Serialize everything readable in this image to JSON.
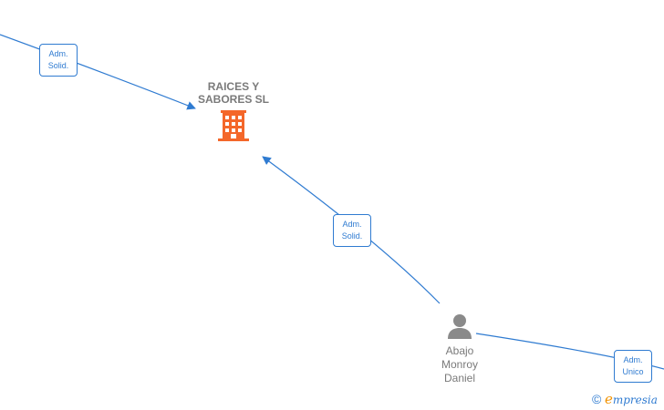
{
  "nodes": {
    "company": {
      "name_line1": "RAICES Y",
      "name_line2": "SABORES  SL",
      "icon": "building-icon",
      "color": "#f4672a"
    },
    "person": {
      "name_line1": "Abajo",
      "name_line2": "Monroy",
      "name_line3": "Daniel",
      "icon": "person-icon",
      "color": "#8a8a8a"
    }
  },
  "edges": [
    {
      "label_line1": "Adm.",
      "label_line2": "Solid."
    },
    {
      "label_line1": "Adm.",
      "label_line2": "Solid."
    },
    {
      "label_line1": "Adm.",
      "label_line2": "Unico"
    }
  ],
  "colors": {
    "edge": "#2f7bd1"
  },
  "watermark": {
    "copyright": "©",
    "brand_initial": "e",
    "brand_rest": "mpresia"
  }
}
